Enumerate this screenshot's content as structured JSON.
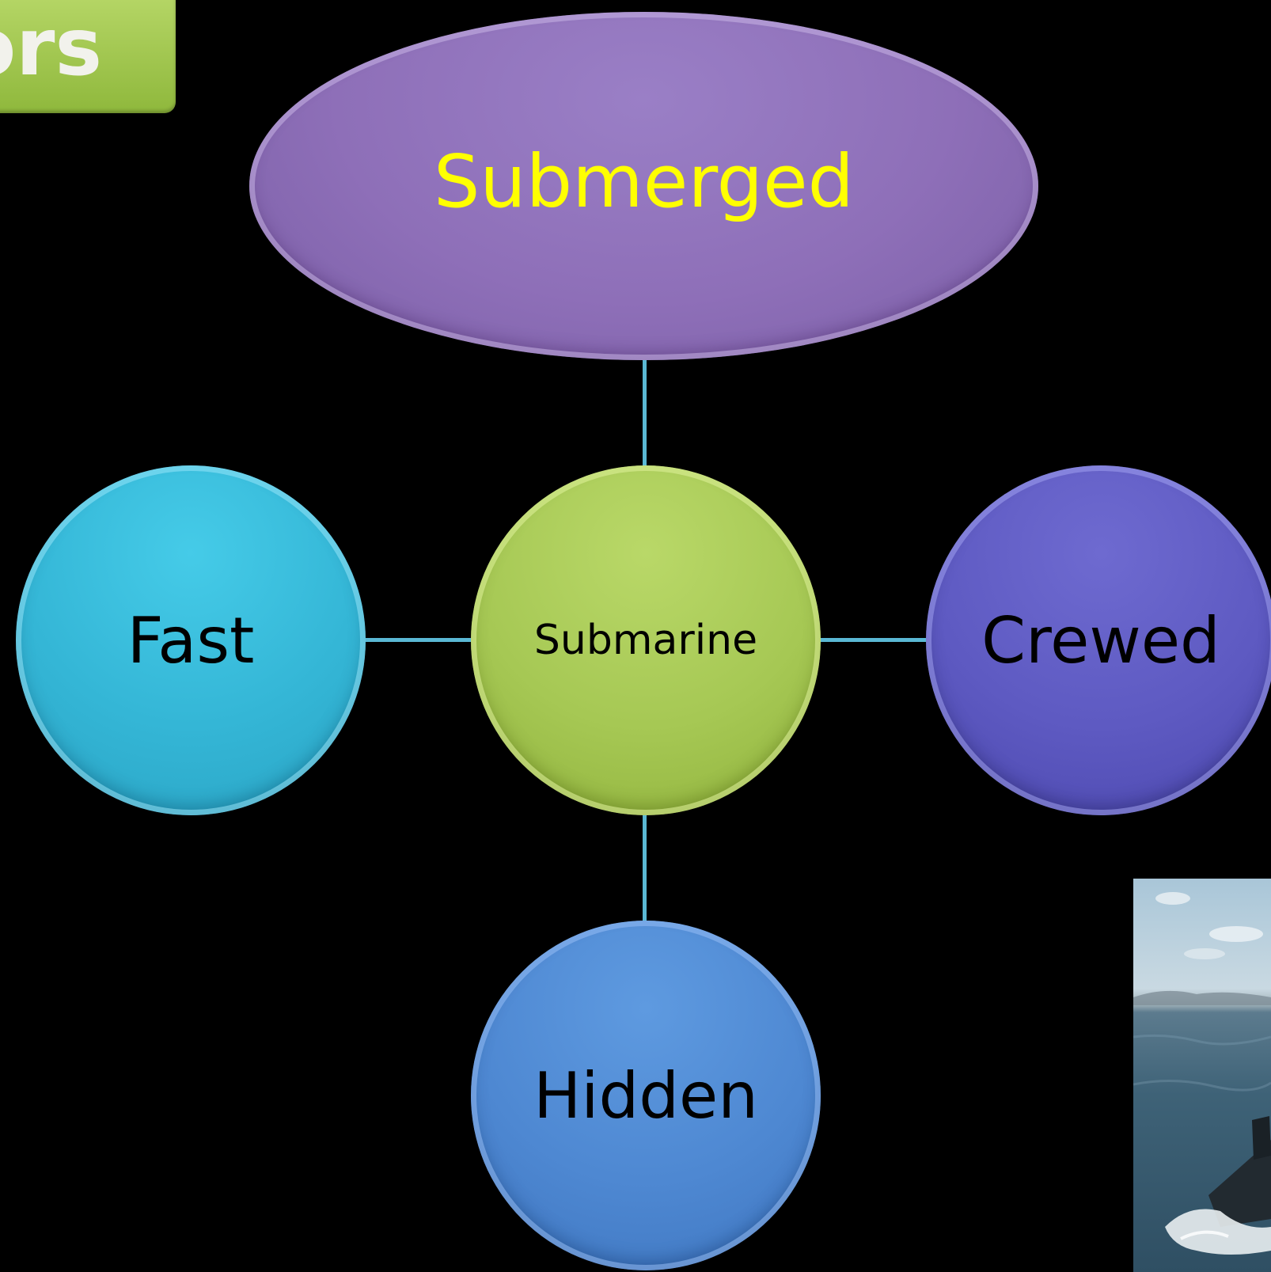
{
  "title_fragment": "ors",
  "diagram": {
    "top_node": "Submerged",
    "center_node": "Submarine",
    "left_node": "Fast",
    "right_node": "Crewed",
    "bottom_node": "Hidden"
  },
  "colors": {
    "background": "#000000",
    "title_tab": "#9cc24a",
    "top_node": "#8e6fb8",
    "top_node_text": "#ffff00",
    "center_node": "#a6c854",
    "left_node": "#34b6d6",
    "right_node": "#5e5ac2",
    "bottom_node": "#4e88d2",
    "connector": "#5ab8d4"
  },
  "photo": {
    "subject": "submarine at sea"
  }
}
